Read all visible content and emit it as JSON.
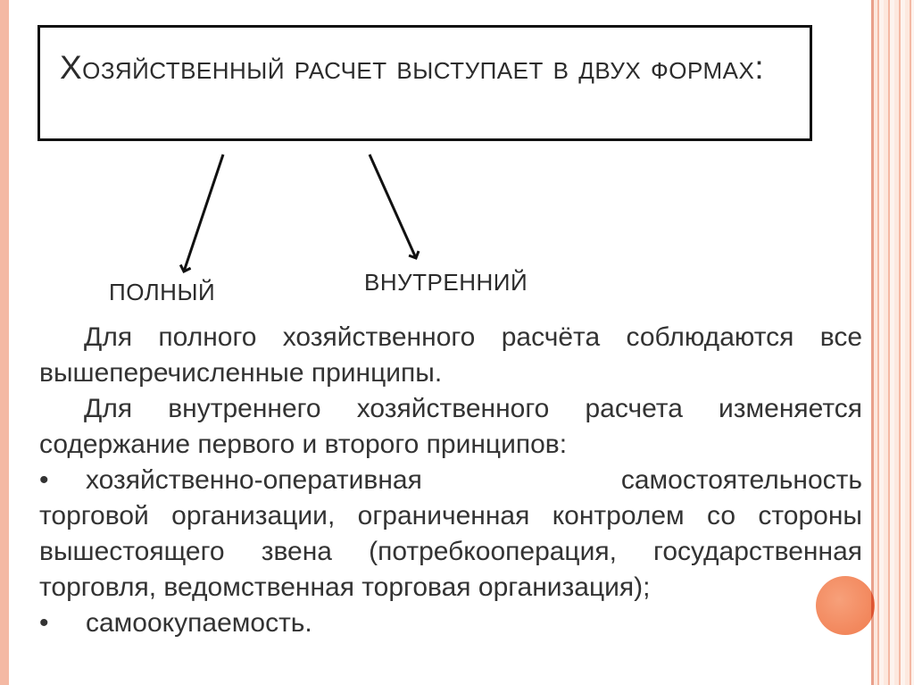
{
  "slide": {
    "title": "Хозяйственный расчет выступает в двух формах:",
    "branches": {
      "left": "ПОЛНЫЙ",
      "right": "ВНУТРЕННИЙ"
    },
    "paragraphs": [
      "Для полного хозяйственного расчёта соблюдаются все вышеперечисленные принципы.",
      "Для внутреннего хозяйственного расчета изменяется содержание первого и второго принципов:"
    ],
    "bullets": [
      {
        "marker": "•",
        "first_words": "хозяйственно-оперативная самостоятельность",
        "rest": "торговой организации, ограниченная контролем со стороны вышестоящего звена (потребкооперация, государственная торговля, ведомственная торговая организация);"
      },
      {
        "marker": "•",
        "text": "самоокупаемость."
      }
    ]
  },
  "colors": {
    "border_accent": "#f4b9a4",
    "dot_accent": "#f07c4f"
  }
}
